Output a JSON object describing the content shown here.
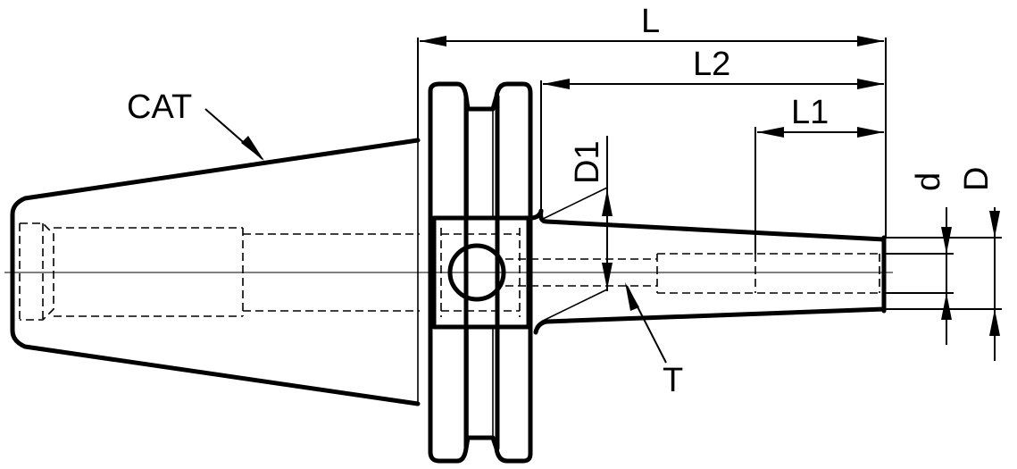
{
  "labels": {
    "cat": "CAT",
    "L": "L",
    "L2": "L2",
    "L1": "L1",
    "D1": "D1",
    "d": "d",
    "D": "D",
    "T": "T"
  }
}
